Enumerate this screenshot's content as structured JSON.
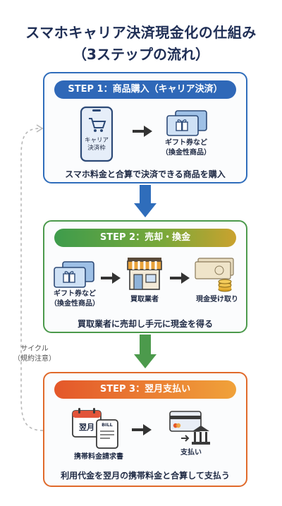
{
  "title": {
    "line1": "スマホキャリア決済現金化の仕組み",
    "line2": "（3ステップの流れ）"
  },
  "step1": {
    "heading": "STEP 1：商品購入（キャリア決済）",
    "phone_label_1": "キャリア",
    "phone_label_2": "決済枠",
    "gift_label_1": "ギフト券など",
    "gift_label_2": "（換金性商品）",
    "caption": "スマホ料金と合算で決済できる商品を購入"
  },
  "step2": {
    "heading": "STEP 2：売却・換金",
    "gift_label_1": "ギフト券など",
    "gift_label_2": "（換金性商品）",
    "shop_label": "買取業者",
    "cash_label": "現金受け取り",
    "caption": "買取業者に売却し手元に現金を得る"
  },
  "step3": {
    "heading": "STEP 3：翌月支払い",
    "calendar_text": "翌月",
    "bill_text": "BILL",
    "bill_label": "携帯料金請求書",
    "pay_label": "支払い",
    "caption": "利用代金を翌月の携帯料金と合算して支払う"
  },
  "cycle": {
    "line1": "サイクル",
    "line2": "（規約注意）"
  },
  "colors": {
    "step1": "#2f6dbb",
    "step2": "#4c9a4c",
    "step3": "#e06a2b",
    "arrow_blue": "#2f6dbb",
    "arrow_green": "#4c9a4c"
  }
}
